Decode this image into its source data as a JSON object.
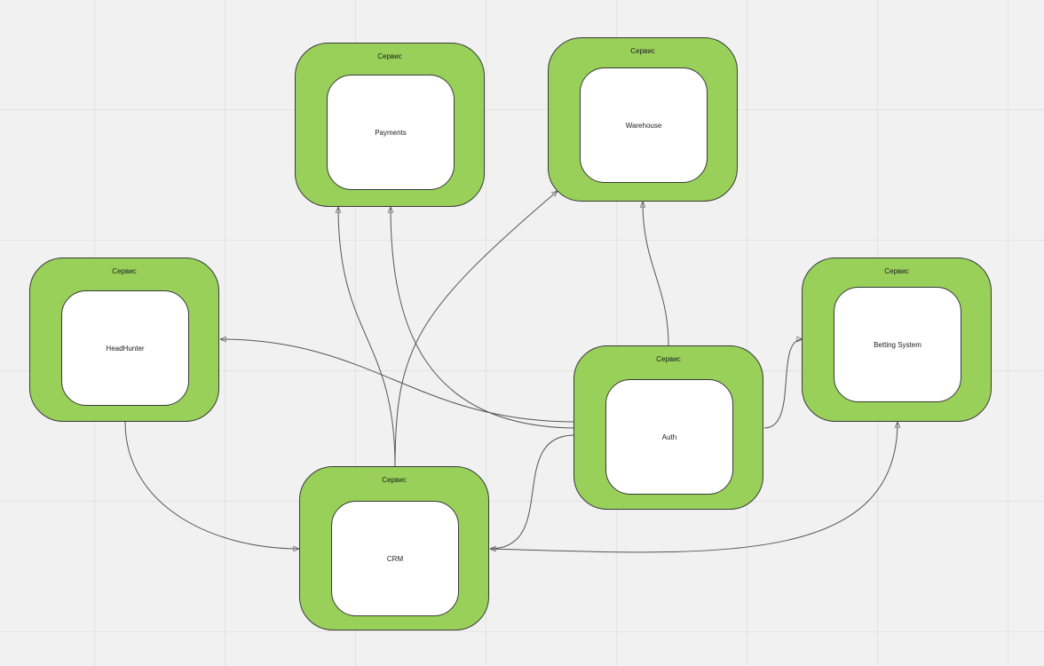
{
  "services": {
    "payments": {
      "kind": "Сервис",
      "name": "Payments"
    },
    "warehouse": {
      "kind": "Сервис",
      "name": "Warehouse"
    },
    "headhunter": {
      "kind": "Сервис",
      "name": "HeadHunter"
    },
    "betting": {
      "kind": "Сервис",
      "name": "Betting System"
    },
    "auth": {
      "kind": "Сервис",
      "name": "Auth"
    },
    "crm": {
      "kind": "Сервис",
      "name": "CRM"
    }
  },
  "connections": [
    {
      "from": "Auth",
      "to": "Warehouse"
    },
    {
      "from": "Auth",
      "to": "Payments"
    },
    {
      "from": "Auth",
      "to": "HeadHunter"
    },
    {
      "from": "Auth",
      "to": "Betting System"
    },
    {
      "from": "Auth",
      "to": "CRM"
    },
    {
      "from": "CRM",
      "to": "Payments"
    },
    {
      "from": "CRM",
      "to": "Warehouse"
    },
    {
      "from": "HeadHunter",
      "to": "CRM"
    },
    {
      "from": "CRM",
      "to": "Betting System"
    }
  ],
  "colors": {
    "service_fill": "#98d05a",
    "inner_fill": "#ffffff",
    "border": "#3a3a3a",
    "connector": "#555555",
    "canvas_background": "#f1f1f1"
  }
}
